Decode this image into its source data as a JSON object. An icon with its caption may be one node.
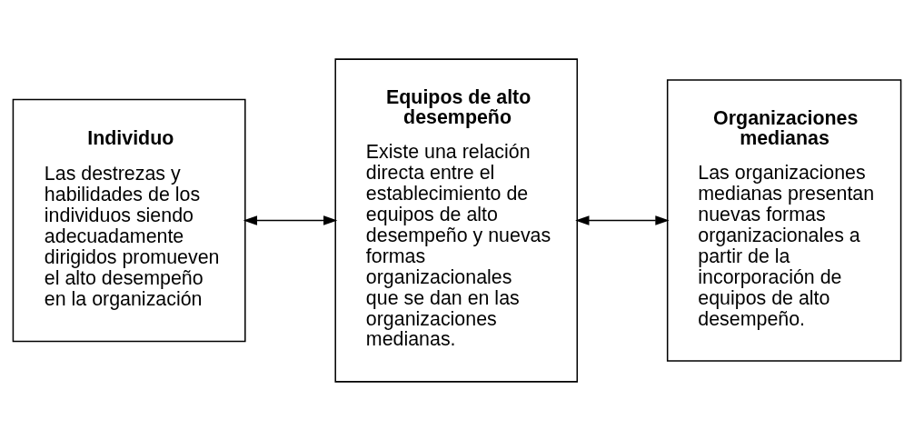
{
  "diagram": {
    "nodes": [
      {
        "text": [
          "Individuo",
          "Las destrezas y habilidades de los individuos siendo adecuadamente dirigidos promueven el alto desempeño en la organización"
        ]
      },
      {
        "text": [
          "Equipos de alto desempeño",
          "Existe una relación directa entre el establecimiento de equipos de alto desempeño y nuevas formas organizacionales que se dan en las organizaciones medianas."
        ]
      },
      {
        "text": [
          "Organizaciones medianas",
          "Las organizaciones medianas presentan nuevas formas organizacionales a partir de la incorporación de equipos de alto desempeño."
        ]
      }
    ],
    "edges": [
      {
        "from": 0,
        "to": 1,
        "arrow": "both"
      },
      {
        "from": 1,
        "to": 2,
        "arrow": "both"
      }
    ]
  }
}
